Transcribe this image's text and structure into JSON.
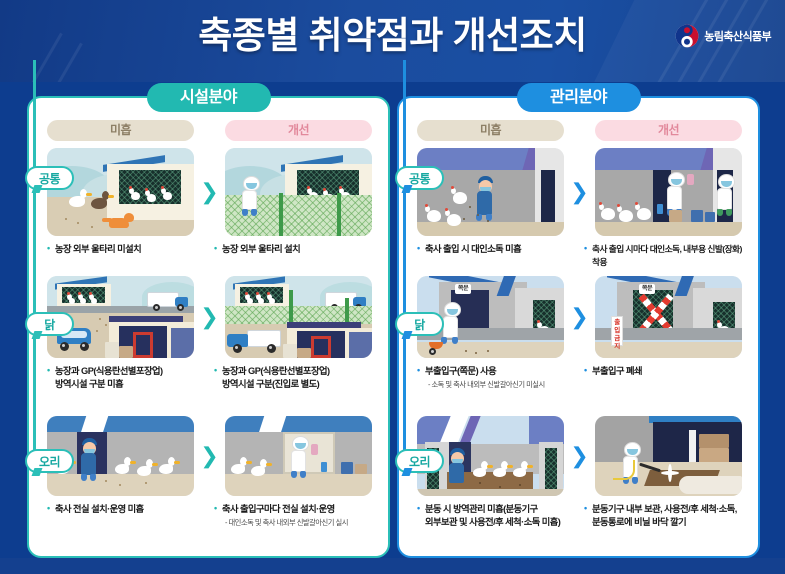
{
  "header": {
    "title": "축종별 취약점과 개선조치",
    "ministry": "농림축산식품부",
    "logo_icon": "taeguk-icon",
    "bg_color": "#174a9c"
  },
  "column_headers": {
    "bad": "미흡",
    "good": "개선"
  },
  "arrow_glyph": "❯",
  "panels": [
    {
      "id": "facility",
      "title": "시설분야",
      "accent": "#22b9b1",
      "rows": [
        {
          "category": "공통",
          "bad_caption": "농장 외부 울타리 미설치",
          "bad_sub": "",
          "good_caption": "농장 외부 울타리 설치",
          "good_sub": ""
        },
        {
          "category": "닭",
          "bad_caption": "농장과 GP(식용란선별포장업)\n방역시설 구분 미흡",
          "bad_sub": "",
          "good_caption": "농장과 GP(식용란선별포장업)\n방역시설 구분(진입로 별도)",
          "good_sub": ""
        },
        {
          "category": "오리",
          "bad_caption": "축사 전실 설치·운영 미흡",
          "bad_sub": "",
          "good_caption": "축사 출입구마다 전실 설치·운영",
          "good_sub": "- 대인소독 및 축사 내외부 신발갈아신기 실시"
        }
      ]
    },
    {
      "id": "management",
      "title": "관리분야",
      "accent": "#1e8fe0",
      "rows": [
        {
          "category": "공통",
          "bad_caption": "축사 출입 시 대인소독 미흡",
          "bad_sub": "",
          "good_caption": "축사 출입 시마다 대인소독, 내부용 신발(장화) 착용",
          "good_sub": ""
        },
        {
          "category": "닭",
          "bad_caption": "부출입구(쪽문) 사용",
          "bad_sub": "- 소독 및 축사 내외부 신발갈아신기 미실시",
          "good_caption": "부출입구 폐쇄",
          "good_sub": ""
        },
        {
          "category": "오리",
          "bad_caption": "분동 시 방역관리 미흡(분동기구\n외부보관 및 사용전/후 세척·소독 미흡)",
          "bad_sub": "",
          "good_caption": "분동기구 내부 보관, 사용전/후 세척·소독,\n분동통로에 비닐 바닥 깔기",
          "good_sub": ""
        }
      ]
    }
  ],
  "illustration_labels": {
    "side_door": "쪽문",
    "no_entry": "출입금지"
  }
}
